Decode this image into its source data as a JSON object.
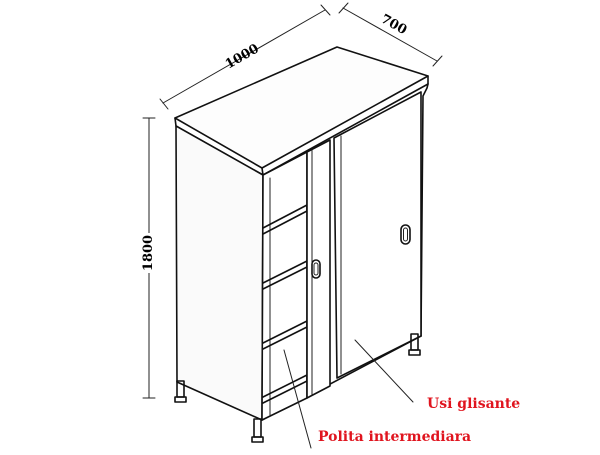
{
  "dimensions": {
    "width": "1000",
    "depth": "700",
    "height": "1800"
  },
  "callouts": {
    "sliding_doors": "Usi glisante",
    "middle_shelf": "Polita intermediara"
  },
  "colors": {
    "line": "#111111",
    "callout_text": "#e0141e",
    "background": "#ffffff"
  }
}
